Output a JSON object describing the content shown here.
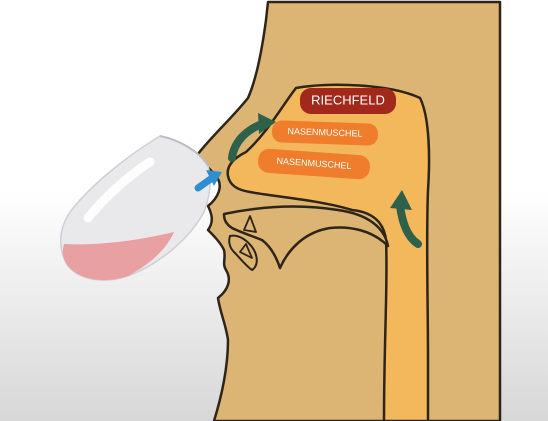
{
  "diagram": {
    "labels": {
      "olfactory_area": "RIECHFELD",
      "upper_turbinate": "NASENMUSCHEL",
      "lower_turbinate": "NASENMUSCHEL"
    },
    "colors": {
      "background_top": "#ffffff",
      "background_bottom": "#d7d7d7",
      "skin": "#dcb474",
      "skin_outline": "#2e2417",
      "nasal_cavity": "#f2b85b",
      "turbinate": "#f07d2c",
      "olfactory_area": "#a3281c",
      "airflow_arrow": "#2f6049",
      "inhale_arrow": "#2d8fd0",
      "glass": "#e9e9ec",
      "wine": "#e9a0a3"
    },
    "icons": {
      "glass": "wine-glass-icon",
      "inhale": "inhale-arrow-icon",
      "orthonasal": "orthonasal-airflow-arrow-icon",
      "retronasal": "retronasal-airflow-arrow-icon"
    }
  }
}
